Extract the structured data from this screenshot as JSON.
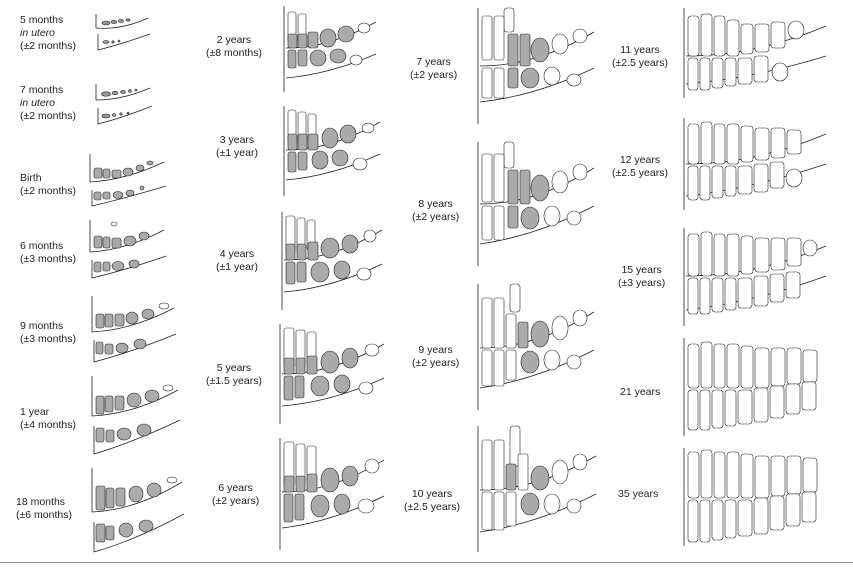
{
  "figure": {
    "stages": [
      {
        "id": "5m-utero",
        "lines": [
          "5 months",
          "in utero",
          "(±2 months)"
        ]
      },
      {
        "id": "7m-utero",
        "lines": [
          "7 months",
          "in utero",
          "(±2 months)"
        ]
      },
      {
        "id": "birth",
        "lines": [
          "Birth",
          "(±2 months)"
        ]
      },
      {
        "id": "6m",
        "lines": [
          "6 months",
          "(±3 months)"
        ]
      },
      {
        "id": "9m",
        "lines": [
          "9 months",
          "(±3 months)"
        ]
      },
      {
        "id": "1y",
        "lines": [
          "1 year",
          "(±4 months)"
        ]
      },
      {
        "id": "18m",
        "lines": [
          "18 months",
          "(±6 months)"
        ]
      },
      {
        "id": "2y",
        "lines": [
          "2 years",
          "(±8 months)"
        ]
      },
      {
        "id": "3y",
        "lines": [
          "3 years",
          "(±1 year)"
        ]
      },
      {
        "id": "4y",
        "lines": [
          "4 years",
          "(±1 year)"
        ]
      },
      {
        "id": "5y",
        "lines": [
          "5 years",
          "(±1.5 years)"
        ]
      },
      {
        "id": "6y",
        "lines": [
          "6 years",
          "(±2 years)"
        ]
      },
      {
        "id": "7y",
        "lines": [
          "7 years",
          "(±2 years)"
        ]
      },
      {
        "id": "8y",
        "lines": [
          "8 years",
          "(±2 years)"
        ]
      },
      {
        "id": "9y",
        "lines": [
          "9 years",
          "(±2 years)"
        ]
      },
      {
        "id": "10y",
        "lines": [
          "10 years",
          "(±2.5 years)"
        ]
      },
      {
        "id": "11y",
        "lines": [
          "11 years",
          "(±2.5 years)"
        ]
      },
      {
        "id": "12y",
        "lines": [
          "12 years",
          "(±2.5 years)"
        ]
      },
      {
        "id": "15y",
        "lines": [
          "15 years",
          "(±3 years)"
        ]
      },
      {
        "id": "21y",
        "lines": [
          "21 years"
        ]
      },
      {
        "id": "35y",
        "lines": [
          "35 years"
        ]
      }
    ],
    "colors": {
      "primary_tooth_fill": "#b8b8b8",
      "permanent_tooth_fill": "#ffffff",
      "outline": "#222222"
    }
  }
}
